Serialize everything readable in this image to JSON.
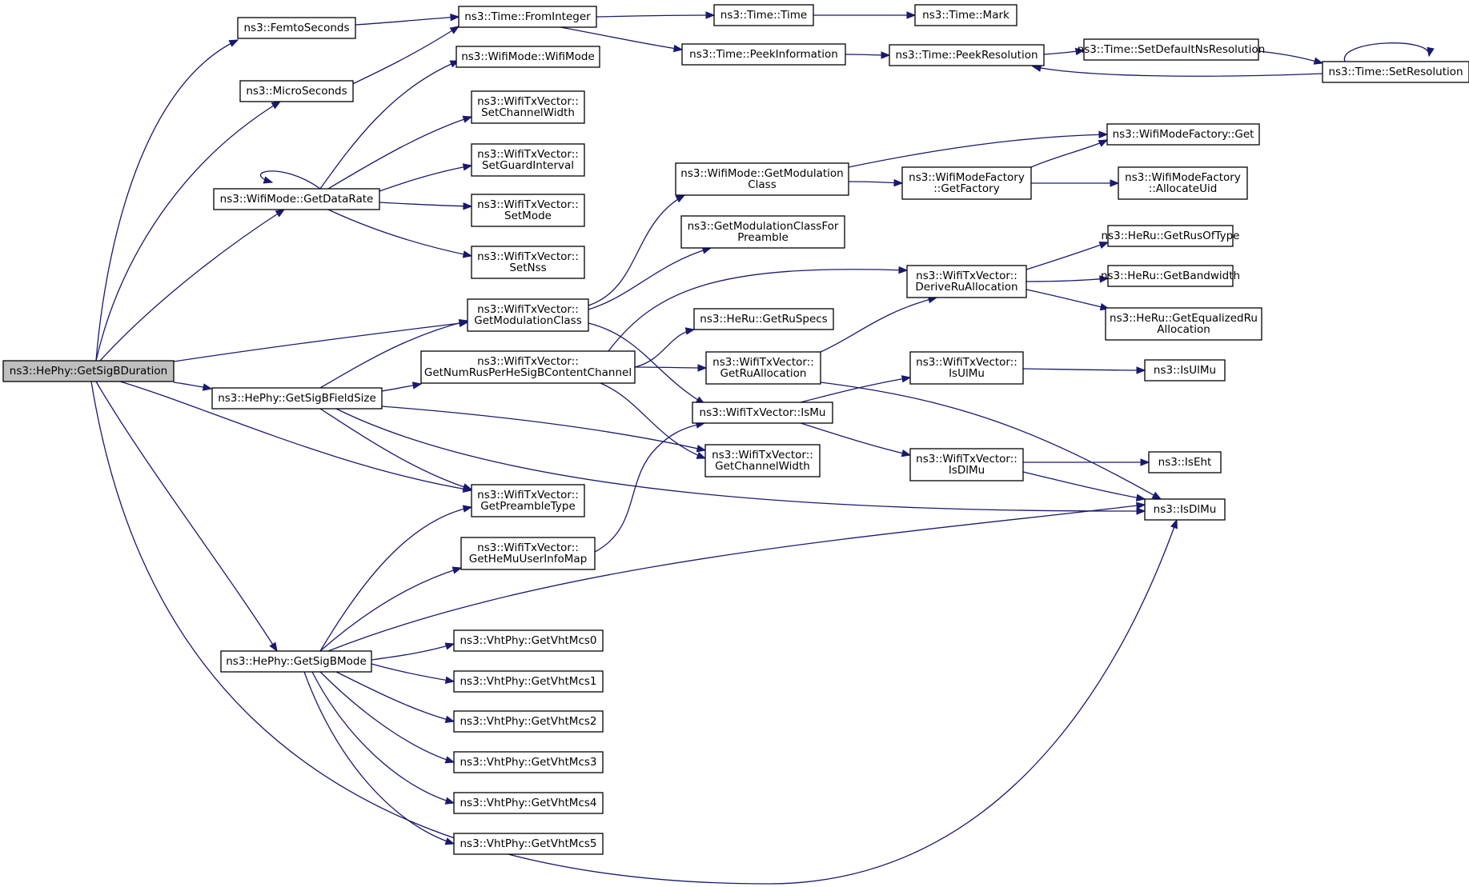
{
  "colors": {
    "edge": "#191970",
    "root_fill": "#bfbfbf",
    "node_fill": "#ffffff",
    "border": "#000000"
  },
  "nodes": {
    "getsigbduration": [
      "ns3::HePhy::GetSigBDuration"
    ],
    "femtoseconds": [
      "ns3::FemtoSeconds"
    ],
    "microseconds": [
      "ns3::MicroSeconds"
    ],
    "getdatarate": [
      "ns3::WifiMode::GetDataRate"
    ],
    "getsigbfieldsize": [
      "ns3::HePhy::GetSigBFieldSize"
    ],
    "getsigbmode": [
      "ns3::HePhy::GetSigBMode"
    ],
    "fromint": [
      "ns3::Time::FromInteger"
    ],
    "wifimode": [
      "ns3::WifiMode::WifiMode"
    ],
    "setchw": [
      "ns3::WifiTxVector::",
      "SetChannelWidth"
    ],
    "setgi": [
      "ns3::WifiTxVector::",
      "SetGuardInterval"
    ],
    "setmode": [
      "ns3::WifiTxVector::",
      "SetMode"
    ],
    "setnss": [
      "ns3::WifiTxVector::",
      "SetNss"
    ],
    "getmodclass": [
      "ns3::WifiTxVector::",
      "GetModulationClass"
    ],
    "getnumrus": [
      "ns3::WifiTxVector::",
      "GetNumRusPerHeSigBContentChannel"
    ],
    "getpreamble": [
      "ns3::WifiTxVector::",
      "GetPreambleType"
    ],
    "gethemu": [
      "ns3::WifiTxVector::",
      "GetHeMuUserInfoMap"
    ],
    "vht0": [
      "ns3::VhtPhy::GetVhtMcs0"
    ],
    "vht1": [
      "ns3::VhtPhy::GetVhtMcs1"
    ],
    "vht2": [
      "ns3::VhtPhy::GetVhtMcs2"
    ],
    "vht3": [
      "ns3::VhtPhy::GetVhtMcs3"
    ],
    "vht4": [
      "ns3::VhtPhy::GetVhtMcs4"
    ],
    "vht5": [
      "ns3::VhtPhy::GetVhtMcs5"
    ],
    "timetime": [
      "ns3::Time::Time"
    ],
    "peekinfo": [
      "ns3::Time::PeekInformation"
    ],
    "wmgetmodclass": [
      "ns3::WifiMode::GetModulation",
      "Class"
    ],
    "getmodpreamble": [
      "ns3::GetModulationClassFor",
      "Preamble"
    ],
    "getruspecs": [
      "ns3::HeRu::GetRuSpecs"
    ],
    "getrualloc": [
      "ns3::WifiTxVector::",
      "GetRuAllocation"
    ],
    "ismu": [
      "ns3::WifiTxVector::IsMu"
    ],
    "getchw": [
      "ns3::WifiTxVector::",
      "GetChannelWidth"
    ],
    "timemark": [
      "ns3::Time::Mark"
    ],
    "peekres": [
      "ns3::Time::PeekResolution"
    ],
    "getfactory": [
      "ns3::WifiModeFactory",
      "::GetFactory"
    ],
    "deriverualloc": [
      "ns3::WifiTxVector::",
      "DeriveRuAllocation"
    ],
    "isulmu_m": [
      "ns3::WifiTxVector::",
      "IsUlMu"
    ],
    "isdlmu_m": [
      "ns3::WifiTxVector::",
      "IsDlMu"
    ],
    "setdefns": [
      "ns3::Time::SetDefaultNsResolution"
    ],
    "setres": [
      "ns3::Time::SetResolution"
    ],
    "wmfget": [
      "ns3::WifiModeFactory::Get"
    ],
    "allocuid": [
      "ns3::WifiModeFactory",
      "::AllocateUid"
    ],
    "getrusoftype": [
      "ns3::HeRu::GetRusOfType"
    ],
    "getbw": [
      "ns3::HeRu::GetBandwidth"
    ],
    "geteqru": [
      "ns3::HeRu::GetEqualizedRu",
      "Allocation"
    ],
    "isulmu": [
      "ns3::IsUlMu"
    ],
    "iseht": [
      "ns3::IsEht"
    ],
    "isdlmu": [
      "ns3::IsDlMu"
    ]
  }
}
